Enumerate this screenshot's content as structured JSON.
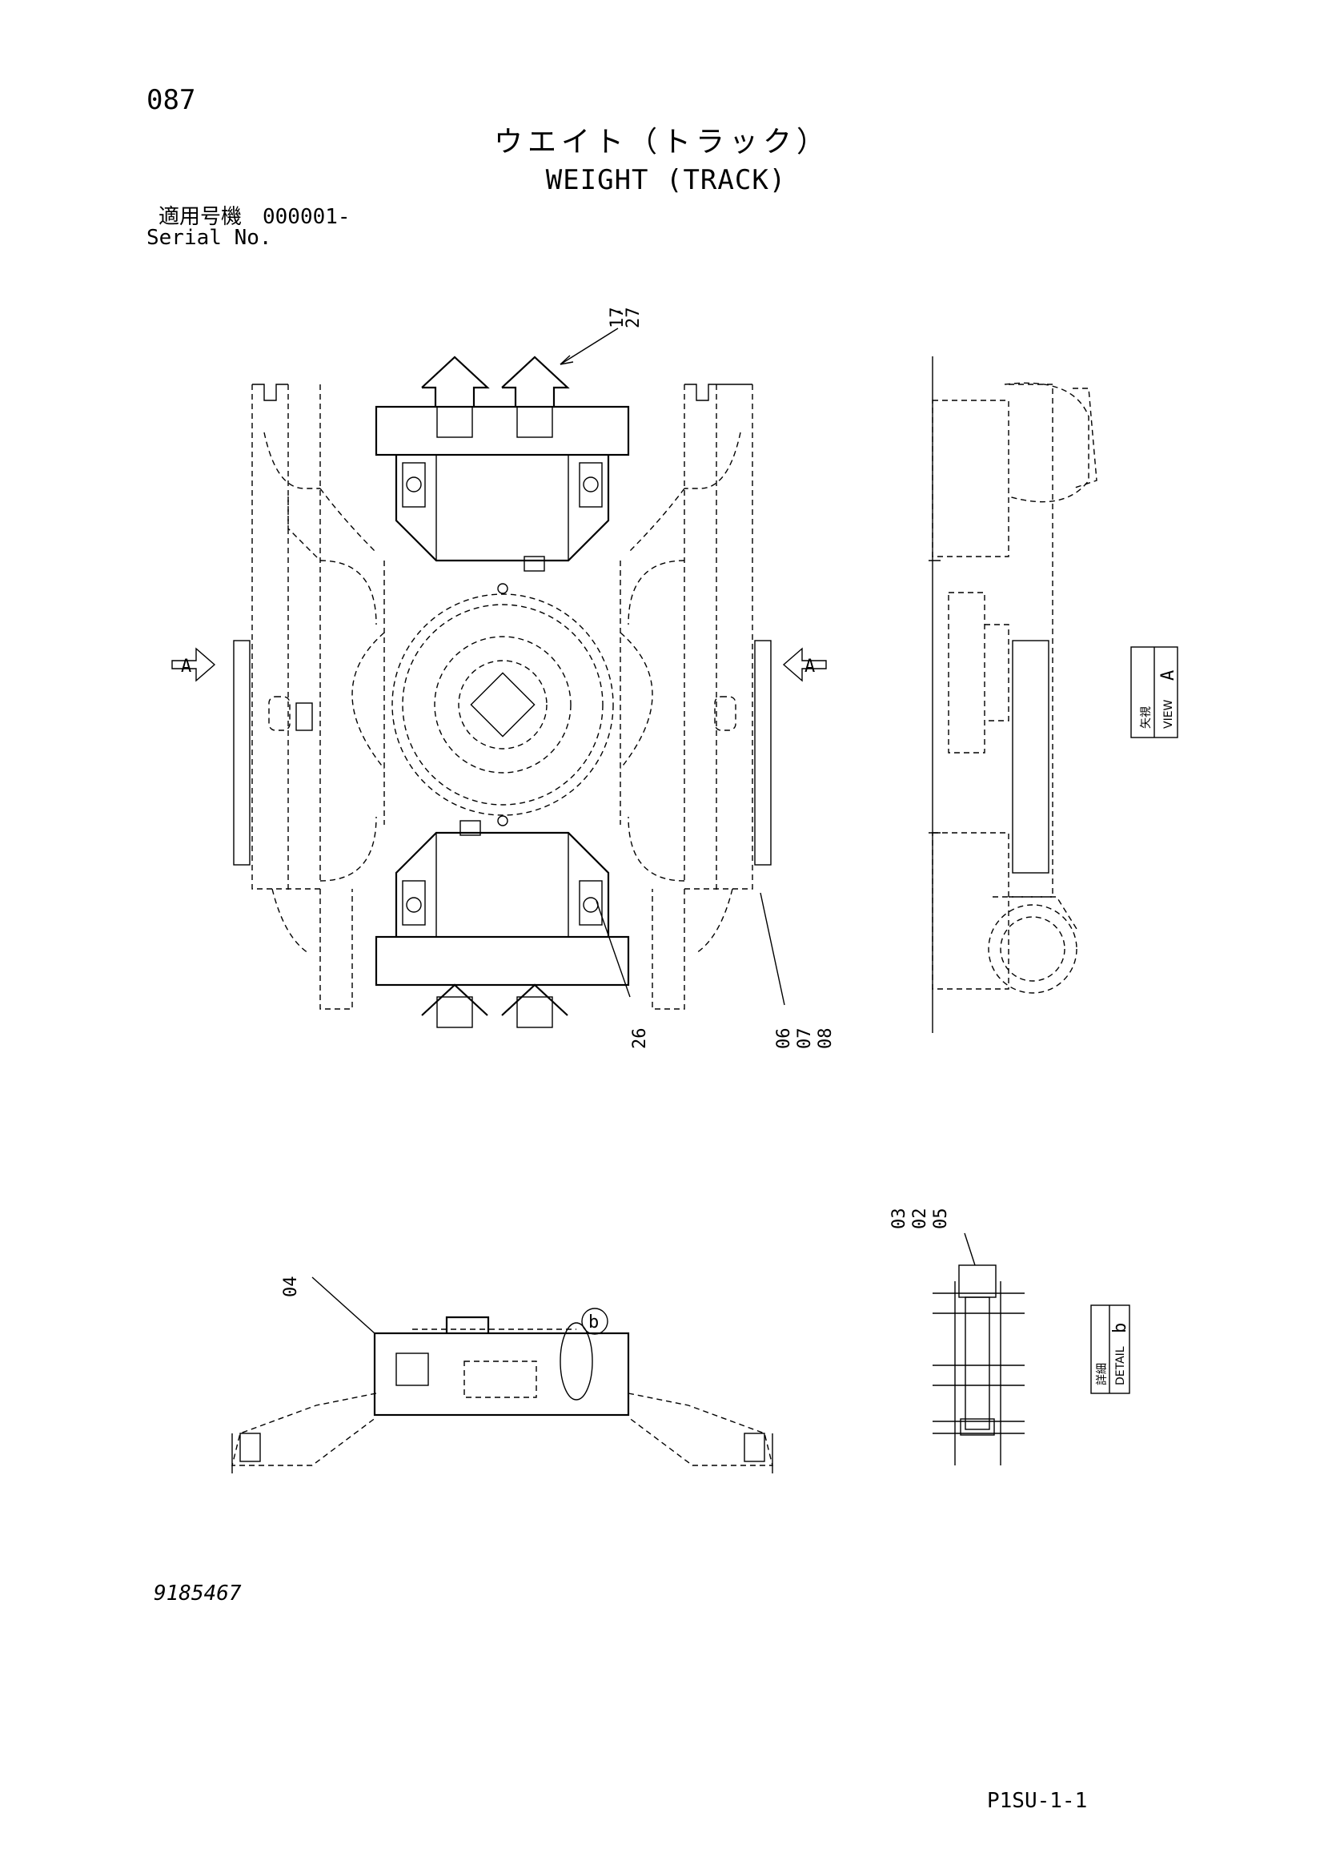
{
  "header": {
    "page_number": "087",
    "title_jp": "ウエイト（トラック）",
    "title_en": "WEIGHT (TRACK)",
    "serial_label_jp": "適用号機",
    "serial_value": "000001-",
    "serial_label_en": "Serial No."
  },
  "callouts": {
    "top": [
      "17",
      "27"
    ],
    "bolt_left": "26",
    "side_bolts": [
      "06",
      "07",
      "08"
    ],
    "weight": "04",
    "detail_bolts": [
      "03",
      "02",
      "05"
    ]
  },
  "view_markers": {
    "section_letter": "A",
    "view_box_jp": "矢視",
    "view_box_en": "VIEW",
    "view_box_letter": "A",
    "detail_circle_letter": "b",
    "detail_box_jp": "詳細",
    "detail_box_en": "DETAIL",
    "detail_box_letter": "b"
  },
  "footer": {
    "drawing_number": "9185467",
    "page_code": "P1SU-1-1"
  }
}
